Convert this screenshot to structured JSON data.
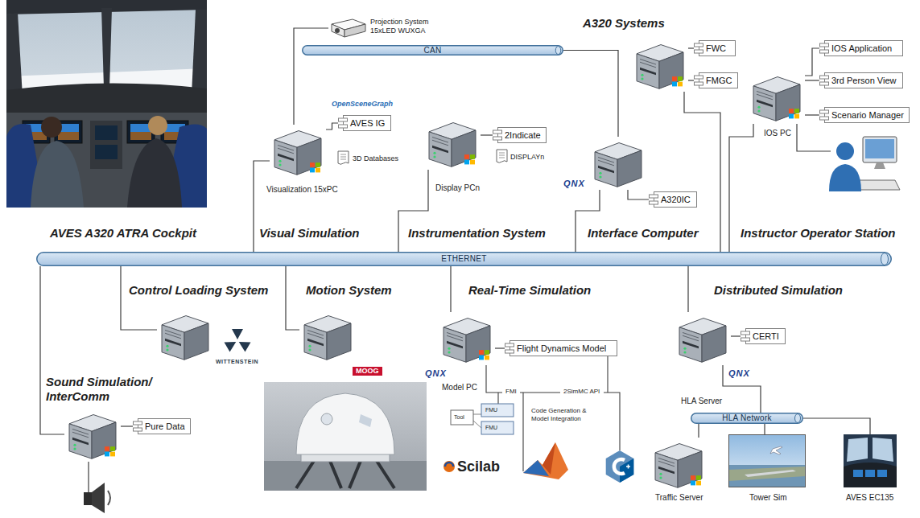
{
  "diagram": {
    "nodes": [
      {
        "text": [
          "AVES A320 ATRA Cockpit"
        ]
      },
      {
        "text": [
          "CAN"
        ]
      },
      {
        "text": [
          "Projection System 15xLED WUXGA"
        ]
      },
      {
        "text": [
          "A320 Systems"
        ]
      },
      {
        "text": [
          "FWC"
        ]
      },
      {
        "text": [
          "FMGC"
        ]
      },
      {
        "text": [
          "IOS Application"
        ]
      },
      {
        "text": [
          "3rd Person View"
        ]
      },
      {
        "text": [
          "Scenario Manager"
        ]
      },
      {
        "text": [
          "IOS PC",
          "Instructor Operator Station"
        ]
      },
      {
        "text": [
          "Visualization 15xPC",
          "Visual Simulation"
        ]
      },
      {
        "text": [
          "AVES IG"
        ]
      },
      {
        "text": [
          "Display PCn",
          "Instrumentation System"
        ]
      },
      {
        "text": [
          "2Indicate"
        ]
      },
      {
        "text": [
          "Interface Computer"
        ]
      },
      {
        "text": [
          "A320IC"
        ]
      },
      {
        "text": [
          "ETHERNET"
        ]
      },
      {
        "text": [
          "Control Loading System"
        ]
      },
      {
        "text": [
          "Motion System"
        ]
      },
      {
        "text": [
          "Real-Time Simulation",
          "Model PC"
        ]
      },
      {
        "text": [
          "Flight Dynamics Model"
        ]
      },
      {
        "text": [
          "Distributed Simulation",
          "HLA Server"
        ]
      },
      {
        "text": [
          "CERTI"
        ]
      },
      {
        "text": [
          "Sound Simulation/ InterComm"
        ]
      },
      {
        "text": [
          "Pure Data"
        ]
      },
      {
        "text": [
          "HLA Network"
        ]
      },
      {
        "text": [
          "Traffic Server"
        ]
      },
      {
        "text": [
          "Tower Sim"
        ]
      },
      {
        "text": [
          "AVES EC135"
        ]
      }
    ],
    "edges": [
      {
        "from": 1,
        "to": 14,
        "arrow": "none"
      },
      {
        "from": 2,
        "to": 10,
        "arrow": "none"
      },
      {
        "from": 3,
        "to": 4,
        "arrow": "none"
      },
      {
        "from": 3,
        "to": 5,
        "arrow": "none"
      },
      {
        "from": 3,
        "to": 16,
        "arrow": "none"
      },
      {
        "from": 9,
        "to": 6,
        "arrow": "none"
      },
      {
        "from": 9,
        "to": 7,
        "arrow": "none"
      },
      {
        "from": 9,
        "to": 8,
        "arrow": "none"
      },
      {
        "from": 9,
        "to": 16,
        "arrow": "none"
      },
      {
        "from": 10,
        "to": 11,
        "arrow": "none"
      },
      {
        "from": 10,
        "to": 16,
        "arrow": "none"
      },
      {
        "from": 12,
        "to": 13,
        "arrow": "none"
      },
      {
        "from": 12,
        "to": 16,
        "arrow": "none"
      },
      {
        "from": 14,
        "to": 15,
        "arrow": "none"
      },
      {
        "from": 14,
        "to": 16,
        "arrow": "none"
      },
      {
        "from": 16,
        "to": 17,
        "arrow": "none"
      },
      {
        "from": 16,
        "to": 18,
        "arrow": "none"
      },
      {
        "from": 16,
        "to": 19,
        "arrow": "none"
      },
      {
        "from": 19,
        "to": 20,
        "arrow": "none"
      },
      {
        "from": 16,
        "to": 21,
        "arrow": "none"
      },
      {
        "from": 21,
        "to": 22,
        "arrow": "none"
      },
      {
        "from": 16,
        "to": 23,
        "arrow": "none"
      },
      {
        "from": 23,
        "to": 24,
        "arrow": "none"
      },
      {
        "from": 21,
        "to": 25,
        "arrow": "none"
      },
      {
        "from": 25,
        "to": 26,
        "arrow": "none"
      },
      {
        "from": 25,
        "to": 27,
        "arrow": "none"
      },
      {
        "from": 25,
        "to": 28,
        "arrow": "none"
      }
    ],
    "labels": [
      "OpenSceneGraph",
      "3D Databases",
      "DISPLAYn",
      "QNX",
      "WITTENSTEIN",
      "MOOG",
      "QNX",
      "FMI",
      "2SimMC API",
      "Tool",
      "FMU",
      "FMU",
      "Code Generation & Model Integration",
      "Scilab",
      "QNX"
    ]
  }
}
